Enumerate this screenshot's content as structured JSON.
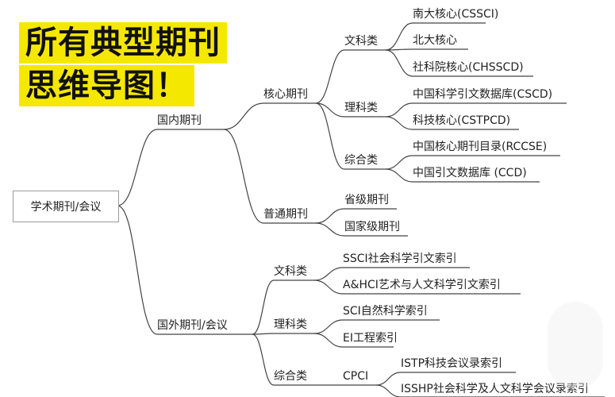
{
  "title": {
    "line1": "所有典型期刊",
    "line2": "思维导图！"
  },
  "root": "学术期刊/会议",
  "domestic": {
    "label": "国内期刊",
    "core": {
      "label": "核心期刊",
      "humanities": {
        "label": "文科类",
        "items": [
          "南大核心(CSSCI)",
          "北大核心",
          "社科院核心(CHSSCD)"
        ]
      },
      "science": {
        "label": "理科类",
        "items": [
          "中国科学引文数据库(CSCD)",
          "科技核心(CSTPCD)"
        ]
      },
      "comprehensive": {
        "label": "综合类",
        "items": [
          "中国核心期刊目录(RCCSE)",
          "中国引文数据库 (CCD)"
        ]
      }
    },
    "general": {
      "label": "普通期刊",
      "items": [
        "省级期刊",
        "国家级期刊"
      ]
    }
  },
  "foreign": {
    "label": "国外期刊/会议",
    "humanities": {
      "label": "文科类",
      "items": [
        "SSCI社会科学引文索引",
        "A&HCI艺术与人文科学引文索引"
      ]
    },
    "science": {
      "label": "理科类",
      "items": [
        "SCI自然科学索引",
        "EI工程索引"
      ]
    },
    "comprehensive": {
      "label": "综合类",
      "cpci": {
        "label": "CPCI",
        "items": [
          "ISTP科技会议录索引",
          "ISSHP社会科学及人文科学会议录索引"
        ]
      }
    }
  }
}
